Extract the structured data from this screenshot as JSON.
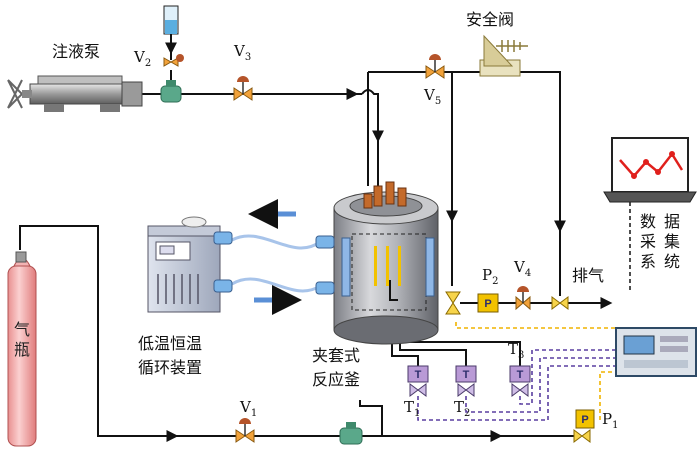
{
  "labels": {
    "pump": "注液泵",
    "safety_valve": "安全阀",
    "exhaust": "排气",
    "gas_bottle": "气瓶",
    "cooling_line1": "低温恒温",
    "cooling_line2": "循环装置",
    "reactor_line1": "夹套式",
    "reactor_line2": "反应釜",
    "das_chars": [
      "数",
      "据",
      "采",
      "集",
      "系",
      "统"
    ]
  },
  "valves": {
    "v1": {
      "main": "V",
      "sub": "1"
    },
    "v2": {
      "main": "V",
      "sub": "2"
    },
    "v3": {
      "main": "V",
      "sub": "3"
    },
    "v4": {
      "main": "V",
      "sub": "4"
    },
    "v5": {
      "main": "V",
      "sub": "5"
    }
  },
  "sensors": {
    "p1": {
      "main": "P",
      "sub": "1"
    },
    "p2": {
      "main": "P",
      "sub": "2"
    },
    "t1": {
      "main": "T",
      "sub": "1"
    },
    "t2": {
      "main": "T",
      "sub": "2"
    },
    "t3": {
      "main": "T",
      "sub": "3"
    }
  },
  "badges": {
    "p": "P",
    "t": "T"
  },
  "colors": {
    "pipe": "#111111",
    "gas_bottle": "#f2a3a3",
    "valve_handle": "#b5542a",
    "pneumatic_valve": "#5aa88a",
    "temp_sensor": "#b99ad6",
    "pressure_sensor": "#f2c200",
    "signal_yellow": "#f0b400",
    "signal_purple": "#5a3fa0",
    "coolant_arrow": "#5a8fd6",
    "chart_line": "#e0201c"
  }
}
